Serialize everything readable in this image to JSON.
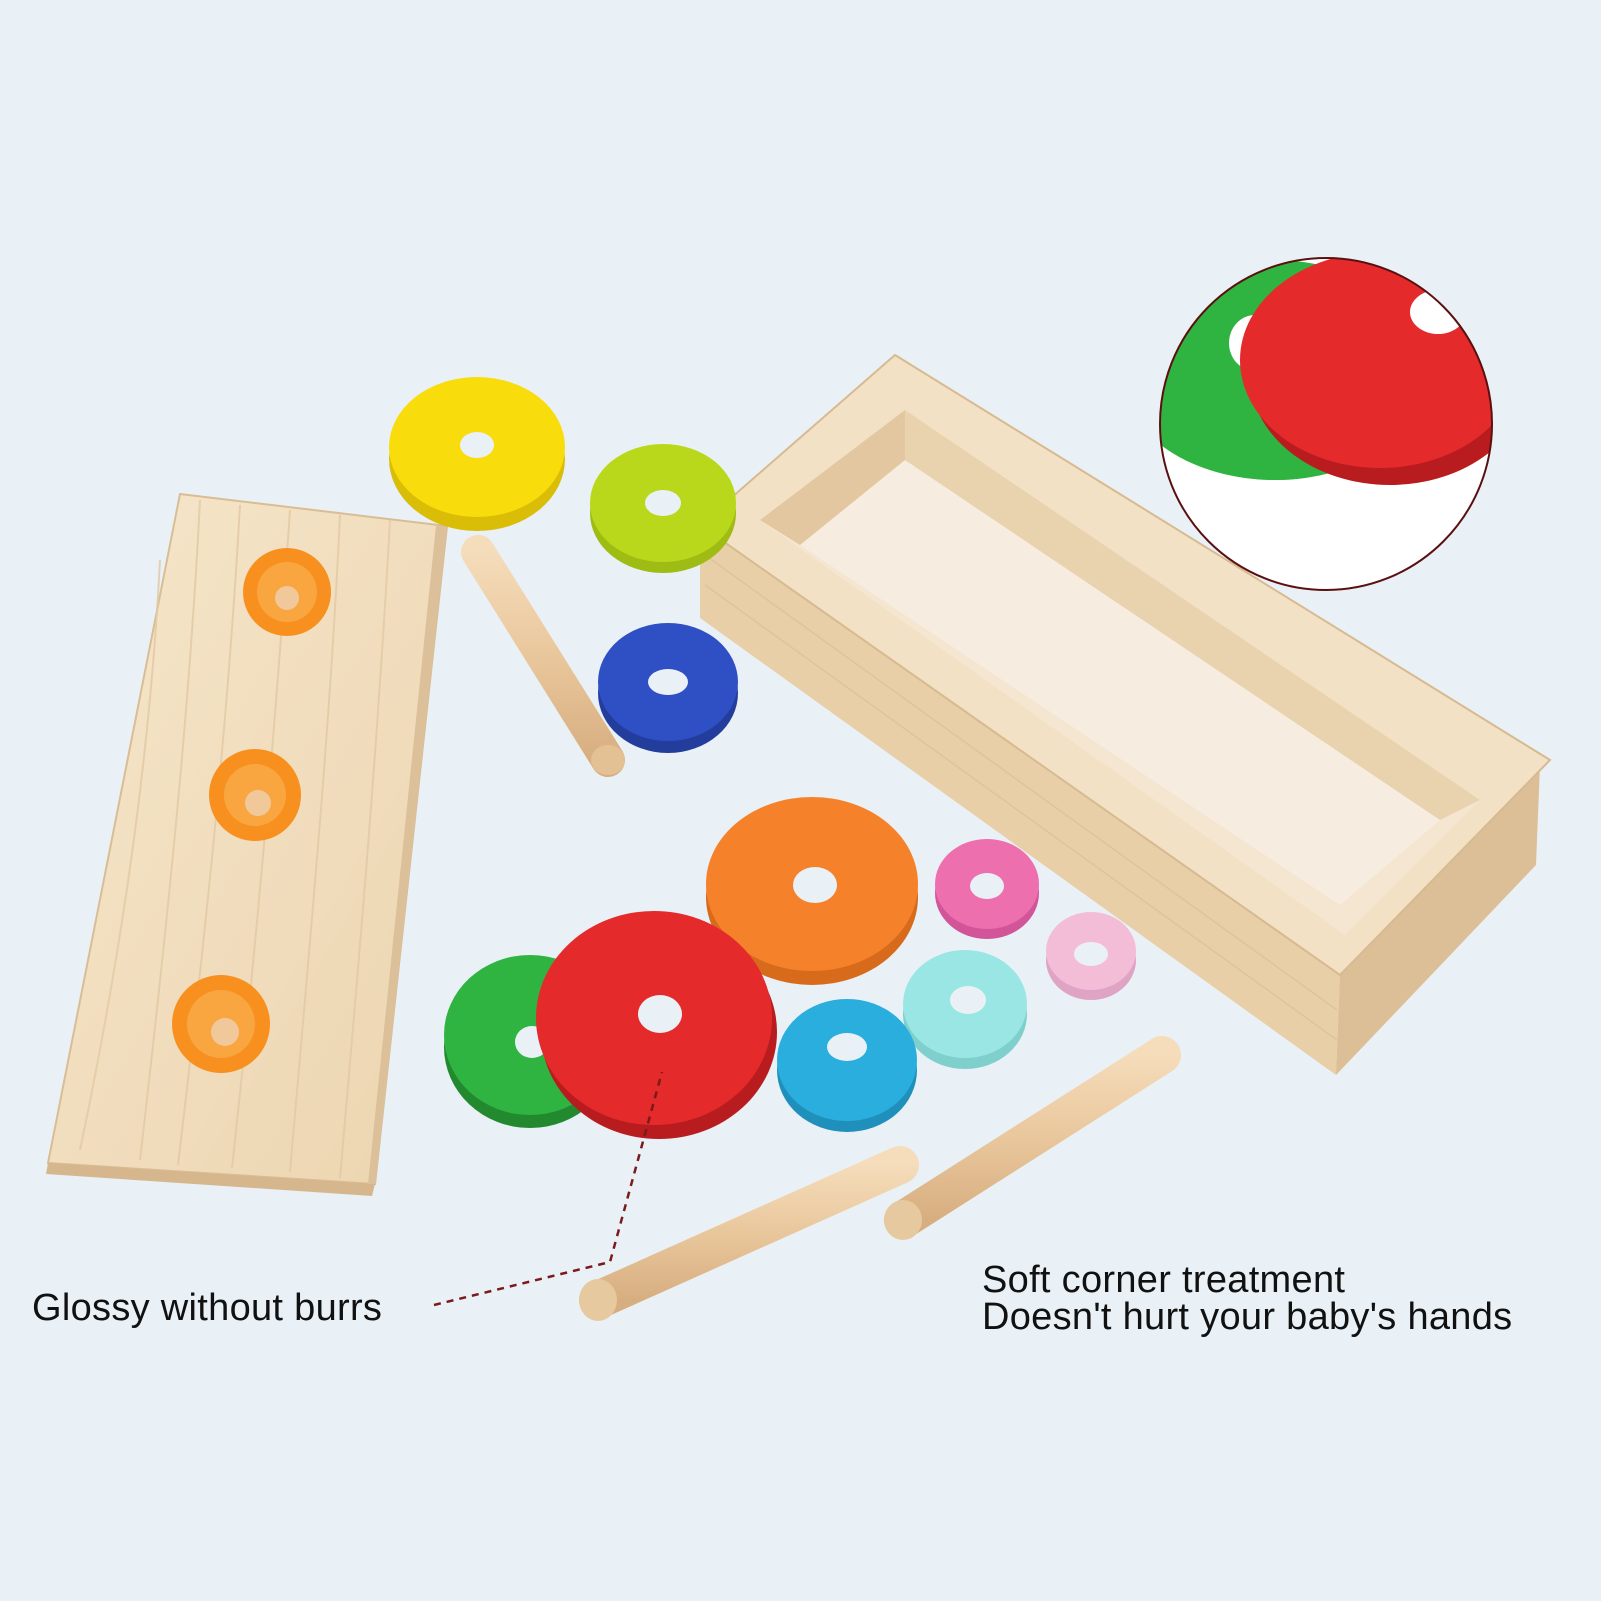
{
  "image": {
    "background_color": "#e9f1f6",
    "subject": "wooden stacking toy with box, three pegs, base board and colored rings"
  },
  "captions": {
    "left": "Glossy without burrs",
    "right_line1": "Soft corner treatment",
    "right_line2": "Doesn't hurt your baby's hands"
  },
  "colors": {
    "wood_light": "#f3dfc0",
    "wood_mid": "#e8cfa8",
    "wood_dark": "#d4b48a",
    "yellow": "#f9dc0b",
    "lime": "#b9d81c",
    "blue": "#2f4fc4",
    "orange": "#f5822a",
    "red": "#e52a2c",
    "green": "#2fb341",
    "sky": "#29aede",
    "aqua": "#9ae6e4",
    "pink": "#ee6fae",
    "light_pink": "#f3bdd8",
    "peg_orange": "#f7901e"
  }
}
